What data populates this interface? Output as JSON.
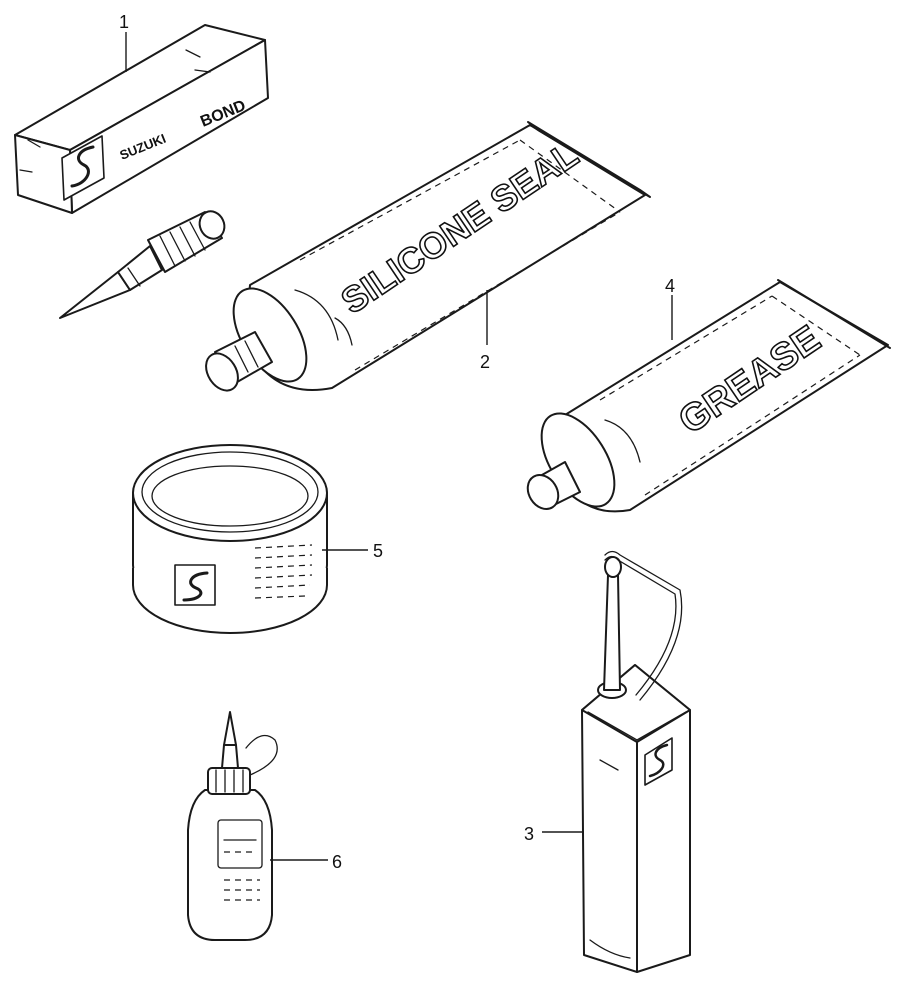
{
  "parts": [
    {
      "number": "1",
      "label": "BOND",
      "brand": "SUZUKI"
    },
    {
      "number": "2",
      "label": "SILICONE SEAL"
    },
    {
      "number": "3"
    },
    {
      "number": "4",
      "label": "GREASE"
    },
    {
      "number": "5"
    },
    {
      "number": "6"
    }
  ],
  "icons": [
    "suzuki-s-logo-icon"
  ]
}
